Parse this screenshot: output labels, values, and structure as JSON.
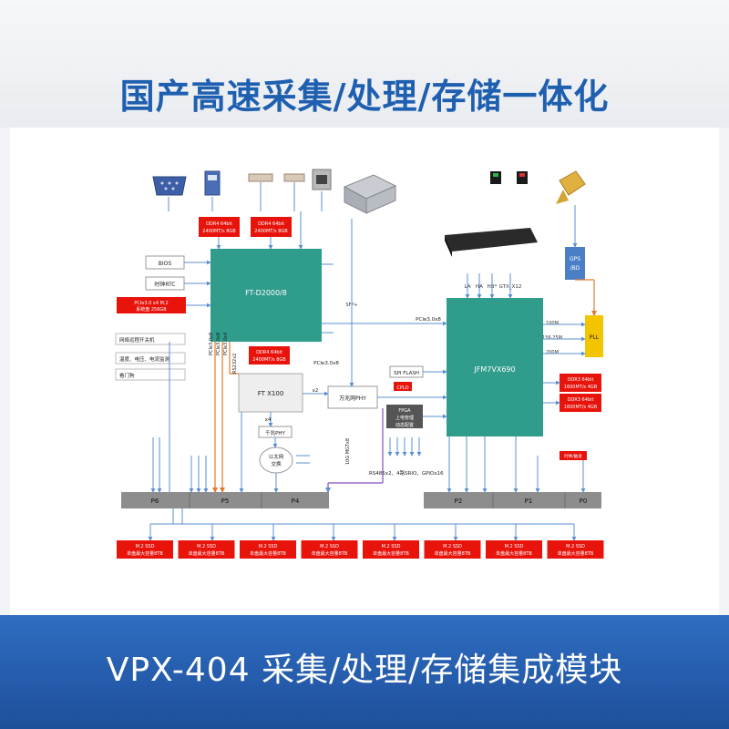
{
  "header": {
    "title": "国产高速采集/处理/存储一体化"
  },
  "footer": {
    "text": "VPX-404 采集/处理/存储集成模块"
  },
  "diagram": {
    "ft_d2000": {
      "label": "FT-D2000/8"
    },
    "jfm7vx690": {
      "label": "JFM7VX690"
    },
    "ft_x100": {
      "label": "FT X100"
    },
    "ddr_left_1": {
      "line1": "DDR4 64bit",
      "line2": "2400MT/s 8GB"
    },
    "ddr_left_2": {
      "line1": "DDR4 64bit",
      "line2": "2400MT/s 8GB"
    },
    "ddr_left_3": {
      "line1": "DDR4 64bit",
      "line2": "2400MT/s 8GB"
    },
    "ddr_right_1": {
      "line1": "DDR3 64bit",
      "line2": "1600MT/s 4GB"
    },
    "ddr_right_2": {
      "line1": "DDR3 64bit",
      "line2": "1600MT/s 4GB"
    },
    "pcie_m2": {
      "line1": "PCIe3.0 x4 M.2",
      "line2": "系统盘 256GB"
    },
    "bios": "BIOS",
    "rtc": "时钟RTC",
    "left_notes": [
      "网络远程开关机",
      "温度、电压、电流监测",
      "看门狗"
    ],
    "sfp_label": "SFP+",
    "gigabit_phy": "千兆PHY",
    "wanzhao_phy": "万兆网PHY",
    "ethernet_switch": {
      "line1": "以太网",
      "line2": "交换"
    },
    "spi_flash": "SPI FLASH",
    "cpld": "CPLD",
    "power_mgmt": {
      "line1": "FPGA",
      "line2": "上电管理",
      "line3": "动态配置"
    },
    "gps": {
      "line1": "GPS",
      "line2": "/BD"
    },
    "pll": "PLL",
    "clock_labels": [
      "100M",
      "156.25M",
      "200M"
    ],
    "fpga_io_labels": [
      "LA",
      "HA",
      "HB*",
      "GTX_X12"
    ],
    "pcie_links": {
      "d2000_to_fpga": "PCIe3.0x8",
      "d2000_to_x100": "PCIe3.0x8",
      "x2": "x2",
      "x4": "x4",
      "pcie_x8_left": "PCIe3.0x8",
      "pcie_x8_mid": "PCIe3.0x8",
      "pcie_x4_left": "PCIe3.0x4"
    },
    "rs232": "RS232x2",
    "bus_note": "RS485x2、4路SRIO、GPIOx16",
    "gtx_note": "10G MGTx8",
    "red_small": "时钟/触发",
    "connectors": [
      "P6",
      "P5",
      "P4",
      "P2",
      "P1",
      "P0"
    ],
    "ssd_line1": "M.2 SSD",
    "ssd_line2": "单盘最大容量8TB",
    "ssd_count": 8
  },
  "colors": {
    "title": "#1f5fb0",
    "footer_bg": "#2a63b8",
    "chip_green": "#2f9c8c",
    "ddr_red": "#e8140c",
    "pll_yellow": "#f2c500",
    "gps_blue": "#4a7fc8",
    "connector_gray": "#8d8d8d",
    "line_blue": "#5a8fd0",
    "line_orange": "#e07a2e",
    "line_purple": "#8050c0"
  }
}
